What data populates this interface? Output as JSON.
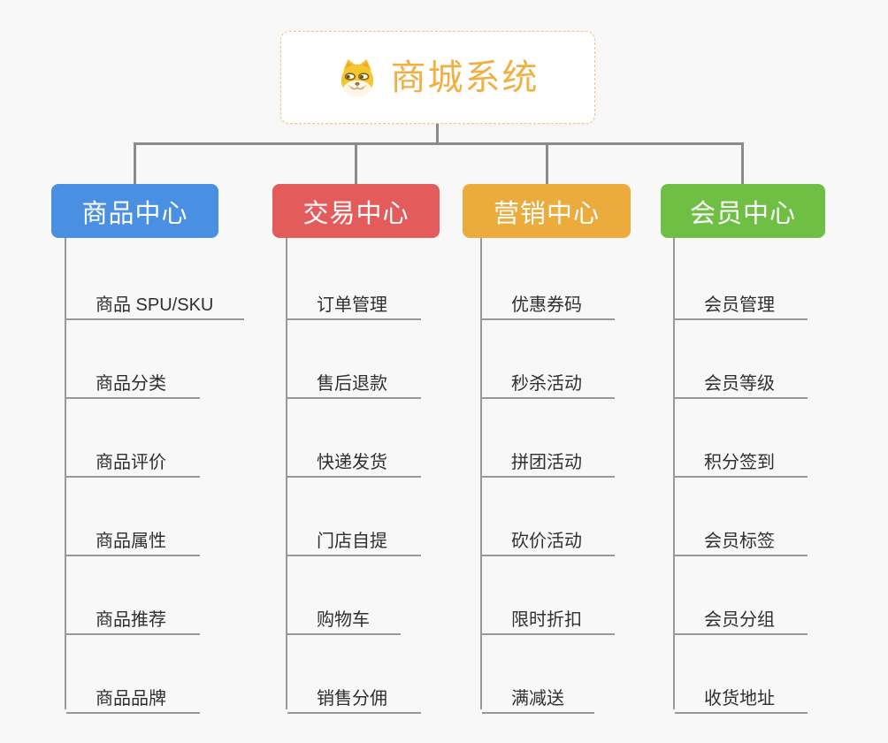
{
  "root": {
    "label": "商城系统",
    "icon": "doge-icon"
  },
  "branches": [
    {
      "label": "商品中心",
      "color": "#4a90e2",
      "children": [
        "商品 SPU/SKU",
        "商品分类",
        "商品评价",
        "商品属性",
        "商品推荐",
        "商品品牌"
      ]
    },
    {
      "label": "交易中心",
      "color": "#e45b5b",
      "children": [
        "订单管理",
        "售后退款",
        "快递发货",
        "门店自提",
        "购物车",
        "销售分佣"
      ]
    },
    {
      "label": "营销中心",
      "color": "#ebab3d",
      "children": [
        "优惠券码",
        "秒杀活动",
        "拼团活动",
        "砍价活动",
        "限时折扣",
        "满减送"
      ]
    },
    {
      "label": "会员中心",
      "color": "#6fbf44",
      "children": [
        "会员管理",
        "会员等级",
        "积分签到",
        "会员标签",
        "会员分组",
        "收货地址"
      ]
    }
  ],
  "colors": {
    "background": "#f8f8f8",
    "connector": "#8b8b8b",
    "child_line": "#999999",
    "child_text": "#2f2f2f",
    "root_text": "#efb044",
    "root_border": "#f3c67f"
  }
}
